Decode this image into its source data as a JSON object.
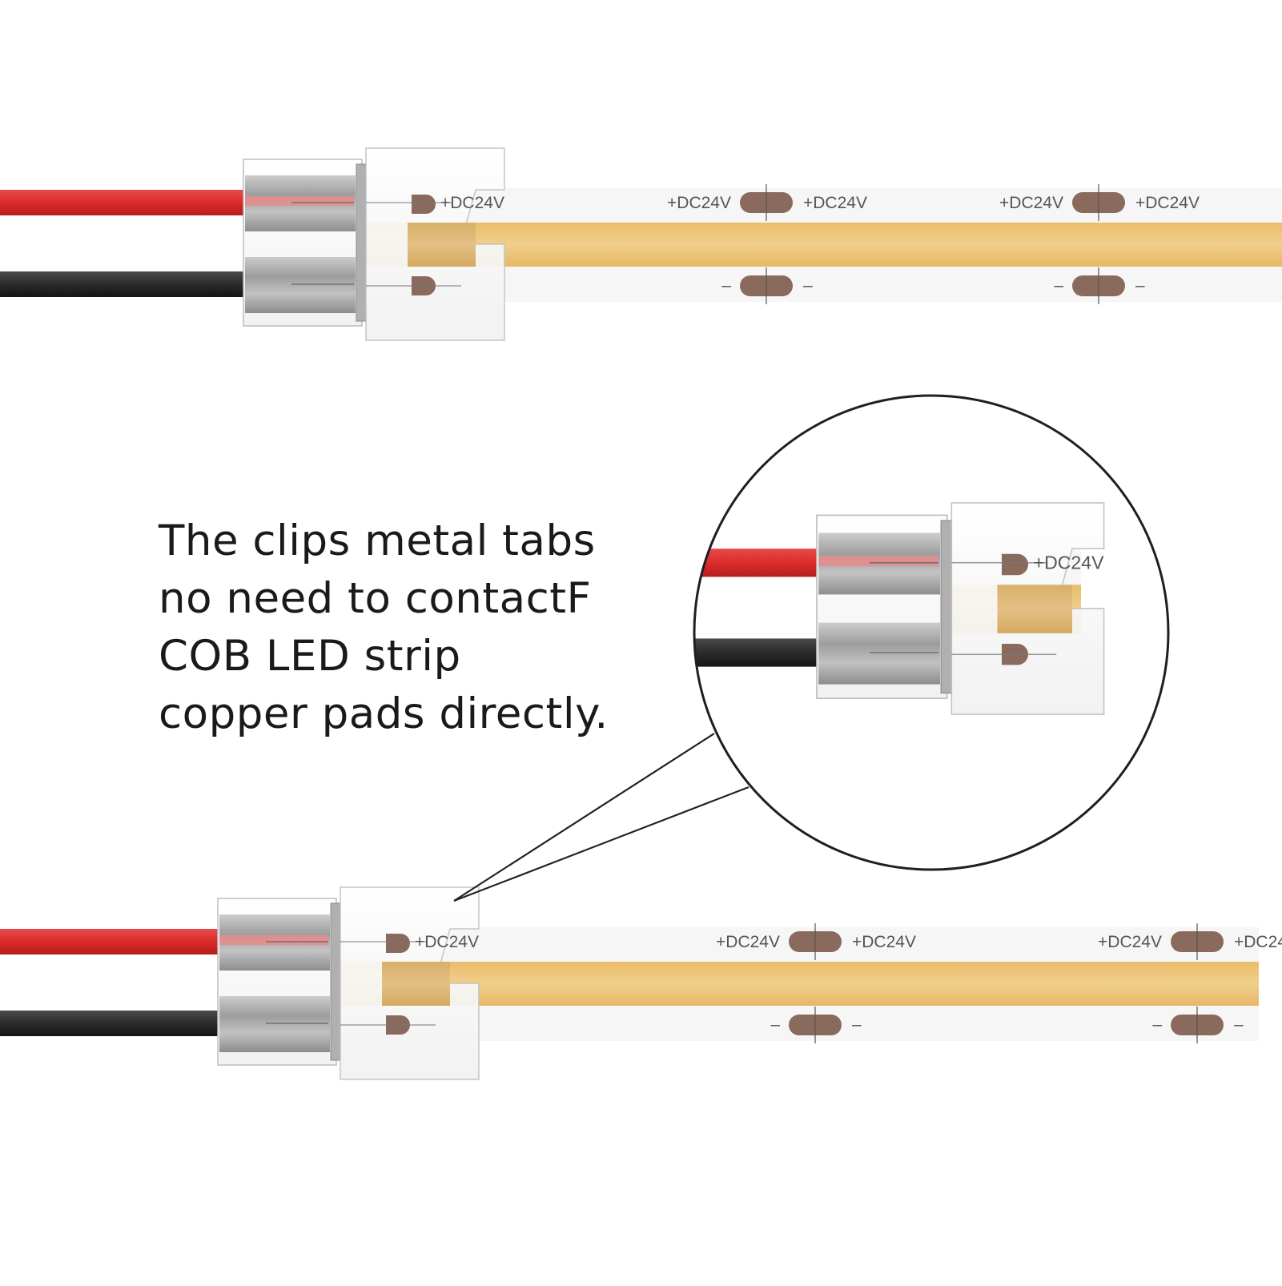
{
  "caption": {
    "lines": [
      "The clips metal tabs",
      "no need to contactF",
      "COB LED strip",
      "copper pads directly."
    ]
  },
  "strip_labels": {
    "positive": "+DC24V",
    "negative": "–"
  },
  "colors": {
    "red_wire": "#dc2b2b",
    "black_wire": "#2b2b2b",
    "cob_emitter": "#ecc67c",
    "copper_pad": "#8a6a5c",
    "strip_base": "#f6f6f6",
    "connector_grey": "#9a9a9a"
  },
  "icons": [
    "magnifier-circle",
    "connector-clip",
    "led-strip"
  ]
}
